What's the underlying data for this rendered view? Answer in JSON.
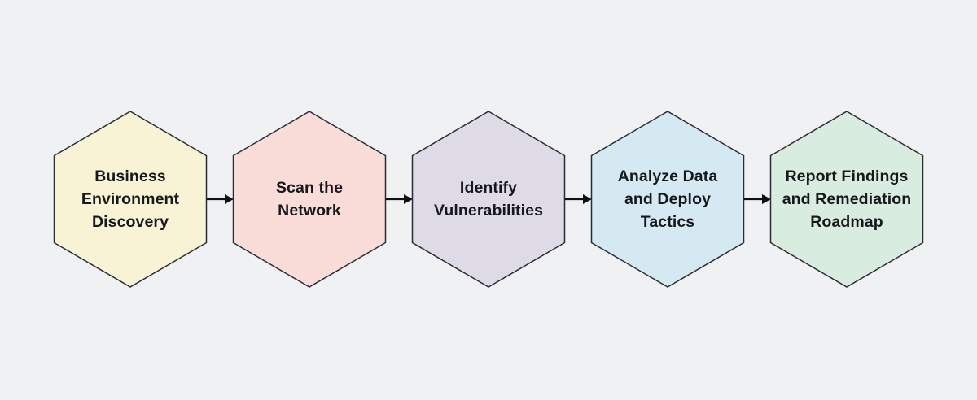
{
  "canvas": {
    "background": "#eff1f3",
    "border_color": "#2b2b36",
    "arrow_color": "#111111",
    "text_color": "#17181c"
  },
  "flowchart": {
    "type": "process-flow",
    "shape": "hexagon",
    "connector": "right-arrow",
    "steps": [
      {
        "label": "Business\nEnvironment\nDiscovery",
        "fill": "#f8f3d4"
      },
      {
        "label": "Scan the\nNetwork",
        "fill": "#fadcd9"
      },
      {
        "label": "Identify\nVulnerabilities",
        "fill": "#dedae6"
      },
      {
        "label": "Analyze Data\nand Deploy\nTactics",
        "fill": "#d5e9f2"
      },
      {
        "label": "Report Findings\nand Remediation\nRoadmap",
        "fill": "#d8ecdf"
      }
    ]
  }
}
